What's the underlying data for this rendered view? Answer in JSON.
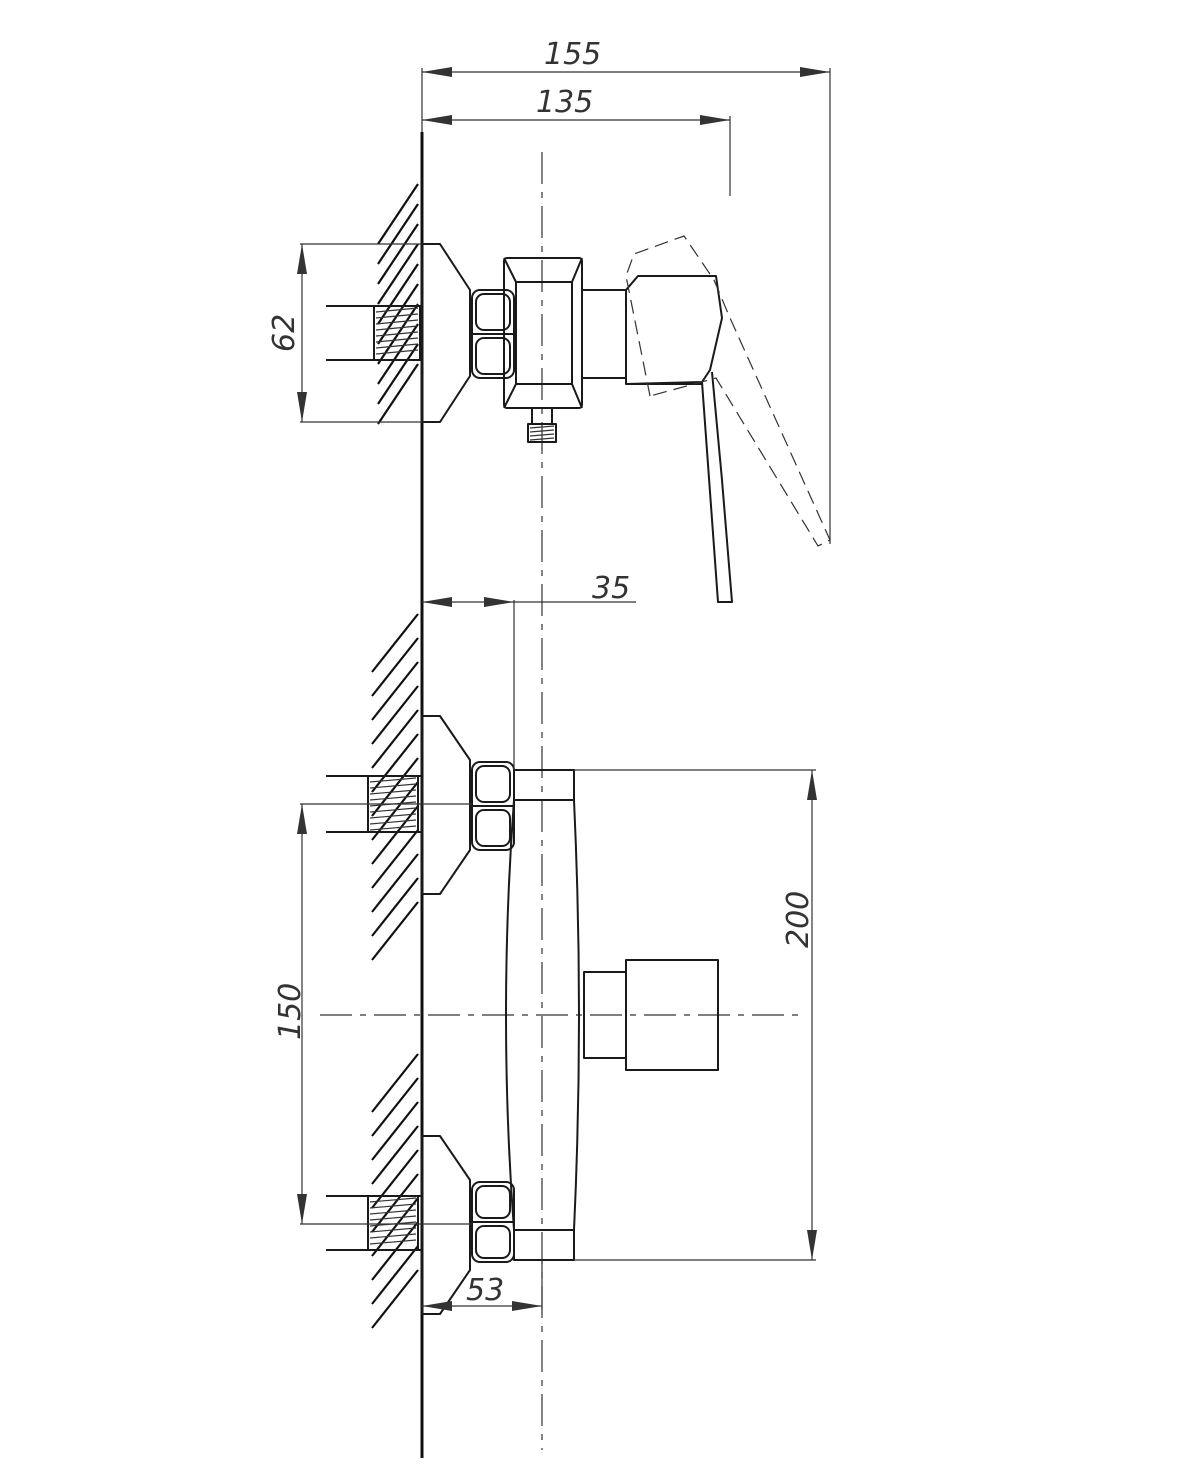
{
  "dimensions": {
    "d155": "155",
    "d135": "135",
    "d62": "62",
    "d35": "35",
    "d200": "200",
    "d150": "150",
    "d53": "53"
  }
}
